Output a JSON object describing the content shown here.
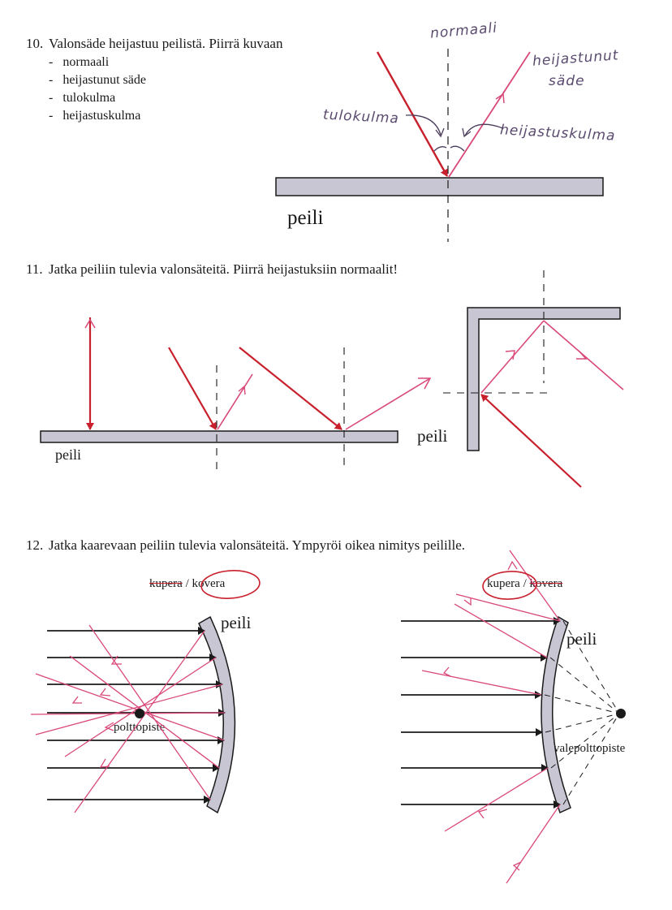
{
  "task10": {
    "number": "10.",
    "prompt": "Valonsäde heijastuu peilistä. Piirrä kuvaan",
    "items": [
      "normaali",
      "heijastunut säde",
      "tulokulma",
      "heijastuskulma"
    ],
    "handwritten": {
      "normal": "normaali",
      "reflected_ray_line1": "heijastunut",
      "reflected_ray_line2": "säde",
      "incidence_angle": "tulokulma",
      "reflection_angle": "heijastuskulma"
    },
    "mirror_label": "peili"
  },
  "task11": {
    "number": "11.",
    "prompt": "Jatka peiliin tulevia valonsäteitä. Piirrä heijastuksiin normaalit!",
    "mirror_label_left": "peili",
    "mirror_label_right": "peili"
  },
  "task12": {
    "number": "12.",
    "prompt": "Jatka kaarevaan peiliin tulevia valonsäteitä. Ympyröi oikea nimitys peilille.",
    "left": {
      "option_struck": "kupera",
      "separator": "/",
      "option_circled": "kovera",
      "mirror_label": "peili",
      "focus_label": "polttopiste"
    },
    "right": {
      "option_circled": "kupera",
      "separator": "/",
      "option_struck": "kovera",
      "mirror_label": "peili",
      "focus_label": "valepolttopiste"
    }
  },
  "colors": {
    "incident_ray": "#c8202c",
    "reflected_ray": "#d9487a",
    "mirror_fill": "#c7c6d2",
    "ink": "#1a1a1a"
  }
}
